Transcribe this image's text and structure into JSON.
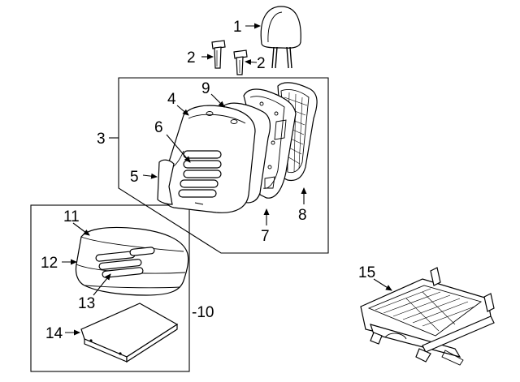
{
  "diagram": {
    "callouts": [
      {
        "id": "c1",
        "text": "1"
      },
      {
        "id": "c2a",
        "text": "2"
      },
      {
        "id": "c2b",
        "text": "2"
      },
      {
        "id": "c3",
        "text": "3"
      },
      {
        "id": "c4",
        "text": "4"
      },
      {
        "id": "c5",
        "text": "5"
      },
      {
        "id": "c6",
        "text": "6"
      },
      {
        "id": "c7",
        "text": "7"
      },
      {
        "id": "c8",
        "text": "8"
      },
      {
        "id": "c9",
        "text": "9"
      },
      {
        "id": "c10",
        "text": "-10"
      },
      {
        "id": "c11",
        "text": "11"
      },
      {
        "id": "c12",
        "text": "12"
      },
      {
        "id": "c13",
        "text": "13"
      },
      {
        "id": "c14",
        "text": "14"
      },
      {
        "id": "c15",
        "text": "15"
      }
    ]
  }
}
